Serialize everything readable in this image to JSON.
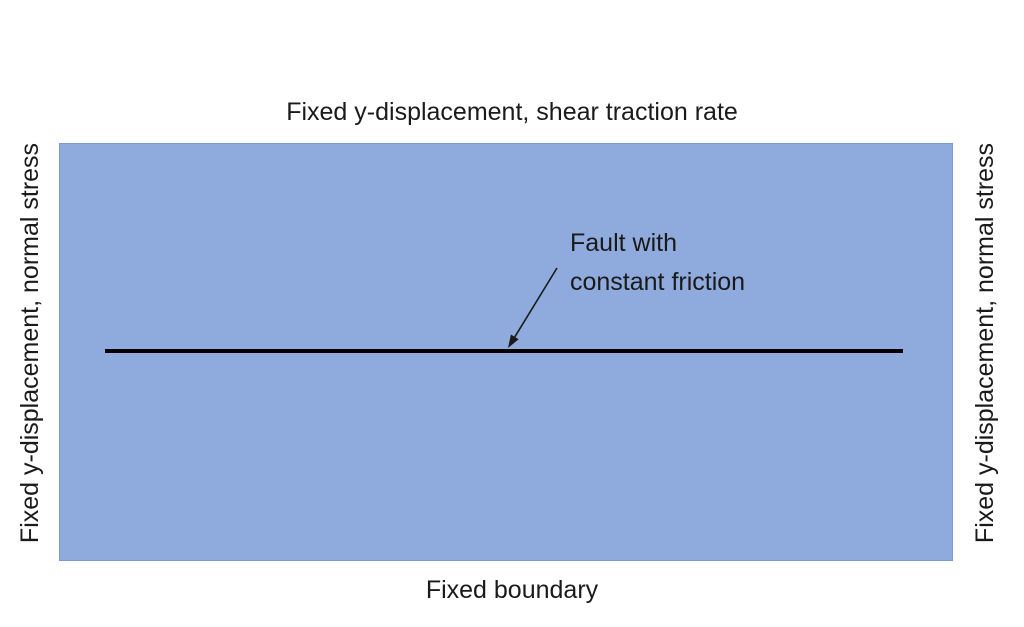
{
  "diagram": {
    "top_label": "Fixed y-displacement, shear traction rate",
    "left_label": "Fixed y-displacement, normal stress",
    "right_label": "Fixed y-displacement, normal stress",
    "bottom_label": "Fixed boundary",
    "fault_label": "Fault with\nconstant friction",
    "colors": {
      "block_fill": "#8FAADC",
      "block_border": "#7D99D1",
      "fault_line": "#000000",
      "text": "#1A1A1A",
      "background": "#FFFFFF"
    }
  }
}
